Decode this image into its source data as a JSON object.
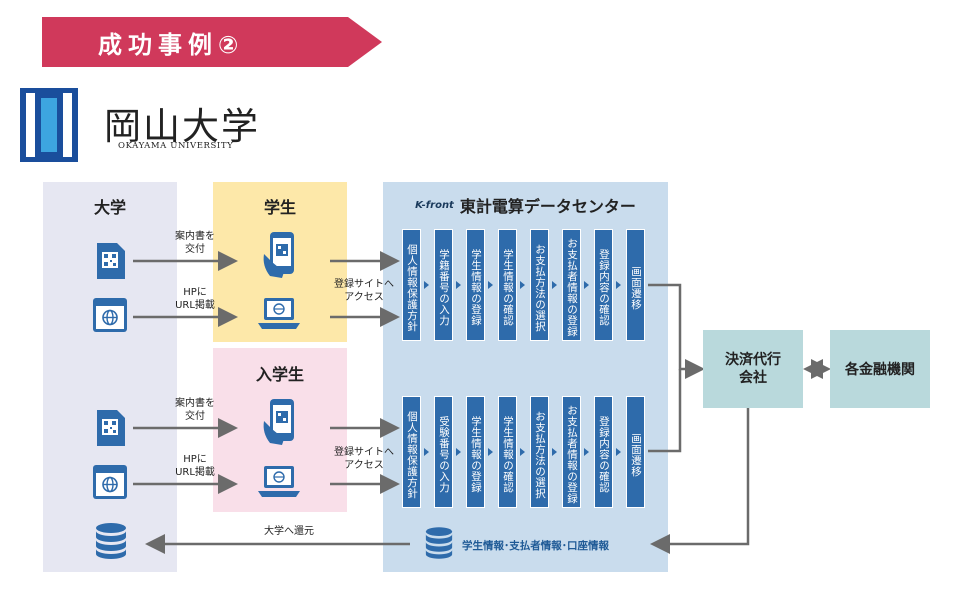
{
  "ribbon": {
    "label": "成功事例②"
  },
  "logo": {
    "name": "岡山大学",
    "sub": "OKAYAMA UNIVERSITY"
  },
  "columns": {
    "university": "大学",
    "student": "学生",
    "new_student": "入学生",
    "tcc": "東計電算データセンター",
    "kfront_logo": "K-front"
  },
  "flows": {
    "guide": "案内書を\n交付",
    "hp": "HPに\nURL掲載",
    "register_site": "登録サイトへ\nアクセス",
    "return_to_univ": "大学へ還元"
  },
  "student_steps": [
    "個人情報保護方針",
    "学籍番号の入力",
    "学生情報の登録",
    "学生情報の確認",
    "お支払方法の選択",
    "お支払者情報の登録",
    "登録内容の確認",
    "画面遷移"
  ],
  "new_student_steps": [
    "個人情報保護方針",
    "受験番号の入力",
    "学生情報の登録",
    "学生情報の確認",
    "お支払方法の選択",
    "お支払者情報の登録",
    "登録内容の確認",
    "画面遷移"
  ],
  "payment_agent": "決済代行\n会社",
  "banks": "各金融機関",
  "info": "学生情報･支払者情報･口座情報",
  "colors": {
    "ribbon": "#d0395b",
    "step": "#2e6bab",
    "arrow": "#6b6b6b",
    "accent_box": "#b9d9dc"
  }
}
